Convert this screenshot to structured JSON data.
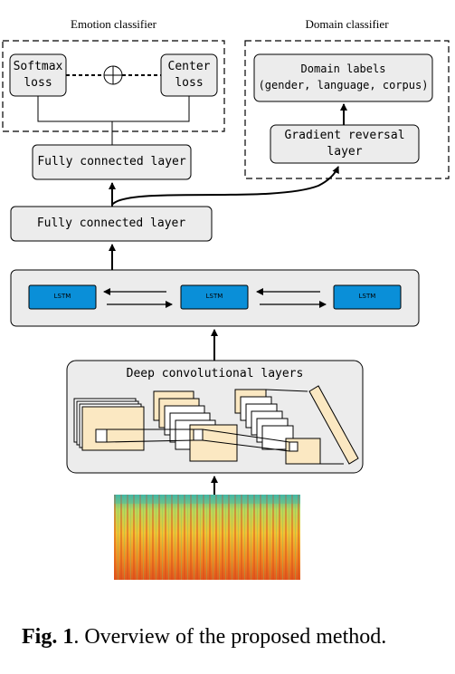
{
  "groups": {
    "emotion_title": "Emotion classifier",
    "domain_title": "Domain classifier"
  },
  "boxes": {
    "softmax": [
      "Softmax",
      "loss"
    ],
    "center": [
      "Center",
      "loss"
    ],
    "domain_labels": [
      "Domain labels",
      "(gender, language, corpus)"
    ],
    "gradient_reversal": [
      "Gradient reversal",
      "layer"
    ],
    "fc_top": "Fully connected layer",
    "fc_bottom": "Fully connected layer",
    "lstm": [
      "LSTM",
      "LSTM",
      "LSTM"
    ],
    "conv": "Deep convolutional layers"
  },
  "caption": {
    "label": "Fig. 1",
    "text": ". Overview of the proposed method."
  },
  "colors": {
    "box_fill": "#ececec",
    "lstm_fill": "#0a8fd8",
    "feature_map_fill": "#fbe8c2",
    "stroke": "#000000"
  }
}
